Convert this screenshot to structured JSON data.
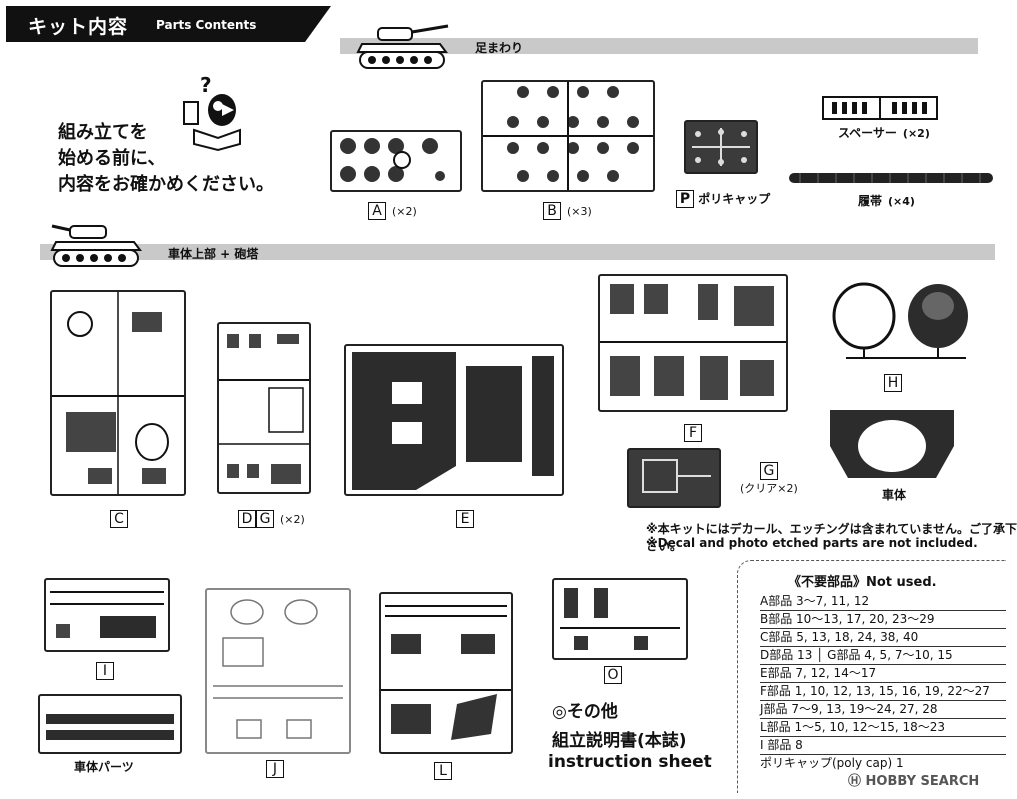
{
  "header": {
    "title_jp": "キット内容",
    "title_en": "Parts Contents"
  },
  "sections": {
    "running_gear": "足まわり",
    "upper_hull_turret": "車体上部 + 砲塔"
  },
  "intro": [
    "組み立てを",
    "始める前に、",
    "内容をお確かめください。"
  ],
  "parts": {
    "A": {
      "letter": "A",
      "count": "(×2)"
    },
    "B": {
      "letter": "B",
      "count": "(×3)"
    },
    "P": {
      "letter": "P",
      "label": "ポリキャップ"
    },
    "spacer": {
      "label": "スペーサー",
      "count": "(×2)"
    },
    "track": {
      "label": "履帯",
      "count": "(×4)"
    },
    "C": {
      "letter": "C"
    },
    "DG": {
      "letter1": "D",
      "letter2": "G",
      "count": "(×2)"
    },
    "E": {
      "letter": "E"
    },
    "F": {
      "letter": "F"
    },
    "G": {
      "letter": "G",
      "count": "(クリア×2)"
    },
    "H": {
      "letter": "H"
    },
    "hull": {
      "label": "車体"
    },
    "I": {
      "letter": "I"
    },
    "hull_parts": {
      "label": "車体パーツ"
    },
    "J": {
      "letter": "J"
    },
    "L": {
      "letter": "L"
    },
    "O": {
      "letter": "O"
    }
  },
  "notes": {
    "jp": "※本キットにはデカール、エッチングは含まれていません。ご了承下さい。",
    "en": "※Decal and photo etched parts are not included."
  },
  "unused": {
    "title": "《不要部品》Not used.",
    "rows": [
      "A部品 3〜7, 11, 12",
      "B部品 10〜13, 17, 20, 23〜29",
      "C部品 5, 13, 18, 24, 38, 40",
      "D部品 13 │ G部品 4, 5, 7〜10, 15",
      "E部品 7, 12, 14〜17",
      "F部品 1, 10, 12, 13, 15, 16, 19, 22〜27",
      "J部品 7〜9, 13, 19〜24, 27, 28",
      "L部品 1〜5, 10, 12〜15, 18〜23",
      "I 部品 8",
      "ポリキャップ(poly cap) 1"
    ]
  },
  "other": {
    "title": "◎その他",
    "manual_jp": "組立説明書(本誌)",
    "manual_en": "instruction sheet"
  },
  "watermark": "HOBBY SEARCH"
}
